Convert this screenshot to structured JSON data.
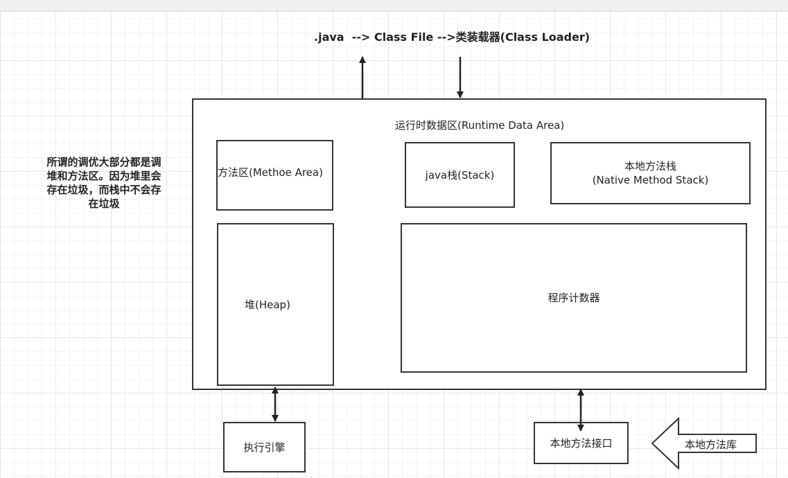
{
  "diagram": {
    "flow_text": ".java  --> Class File -->类装载器(Class Loader)",
    "runtime_area": {
      "title": "运行时数据区(Runtime Data Area)"
    },
    "method_area": "方法区(Methoe Area)",
    "java_stack": "java栈(Stack)",
    "native_method_stack": "本地方法栈\n(Native Method Stack)",
    "heap": "堆(Heap)",
    "program_counter": "程序计数器",
    "execution_engine": "执行引擎",
    "native_interface": "本地方法接口",
    "native_library": "本地方法库",
    "note": "所谓的调优大部分都是调堆和方法区。因为堆里会存在垃圾，而栈中不会存在垃圾"
  }
}
